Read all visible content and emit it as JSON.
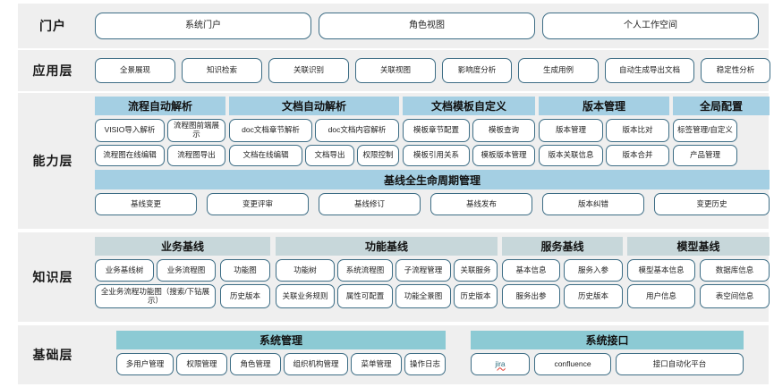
{
  "layers": [
    {
      "label": "门户",
      "items": [
        "系统门户",
        "角色视图",
        "个人工作空间"
      ]
    },
    {
      "label": "应用层",
      "items": [
        "全景展现",
        "知识检索",
        "关联识别",
        "关联视图",
        "影响度分析",
        "生成用例",
        "自动生成导出文档",
        "稳定性分析"
      ]
    },
    {
      "label": "能力层",
      "groups": [
        {
          "title": "流程自动解析",
          "row1": [
            "VISIO导入解析",
            "流程图前端展示"
          ],
          "row2": [
            "流程图在线编辑",
            "流程图导出"
          ]
        },
        {
          "title": "文档自动解析",
          "row1": [
            "doc文档章节解析",
            "doc文档内容解析"
          ],
          "row2": [
            "文档在线编辑",
            "文档导出",
            "权限控制"
          ]
        },
        {
          "title": "文档模板自定义",
          "row1": [
            "模板章节配置",
            "模板查询"
          ],
          "row2": [
            "模板引用关系",
            "模板版本管理"
          ]
        },
        {
          "title": "版本管理",
          "row1": [
            "版本管理",
            "版本比对"
          ],
          "row2": [
            "版本关联信息",
            "版本合并"
          ]
        },
        {
          "title": "全局配置",
          "row1": [
            "标签管理/自定义"
          ],
          "row2": [
            "产品管理"
          ]
        }
      ],
      "lifecycle": {
        "title": "基线全生命周期管理",
        "items": [
          "基线变更",
          "变更评审",
          "基线修订",
          "基线发布",
          "版本纠错",
          "变更历史"
        ]
      }
    },
    {
      "label": "知识层",
      "groups": [
        {
          "title": "业务基线",
          "row1": [
            "业务基线树",
            "业务流程图",
            "功能图"
          ],
          "row2": [
            "全业务流程功能图（搜索/下钻展示）",
            "历史版本"
          ]
        },
        {
          "title": "功能基线",
          "row1": [
            "功能树",
            "系统流程图",
            "子流程管理",
            "关联服务"
          ],
          "row2": [
            "关联业务规则",
            "属性可配置",
            "功能全景图",
            "历史版本"
          ]
        },
        {
          "title": "服务基线",
          "row1": [
            "基本信息",
            "服务入参"
          ],
          "row2": [
            "服务出参",
            "历史版本"
          ]
        },
        {
          "title": "模型基线",
          "row1": [
            "模型基本信息",
            "数据库信息"
          ],
          "row2": [
            "用户信息",
            "表空间信息"
          ]
        }
      ]
    },
    {
      "label": "基础层",
      "groups": [
        {
          "title": "系统管理",
          "row1": [
            "多用户管理",
            "权限管理",
            "角色管理",
            "组织机构管理",
            "菜单管理",
            "操作日志"
          ]
        },
        {
          "title": "系统接口",
          "row1": [
            "jira",
            "confluence",
            "接口自动化平台"
          ]
        }
      ]
    }
  ],
  "colors": {
    "band_bg": "#efefef",
    "pill_border": "#3d6d85",
    "cap_header": "#a4cfe3",
    "know_header": "#c7d7da",
    "base_header": "#8ccad4",
    "text": "#222222"
  }
}
